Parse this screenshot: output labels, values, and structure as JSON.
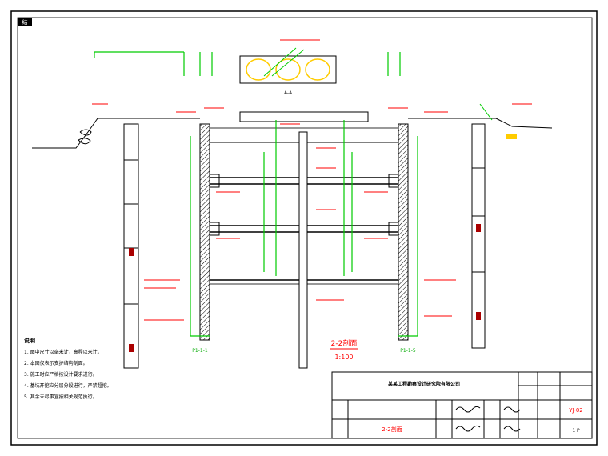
{
  "sheet": {
    "corner_tag": "结",
    "section_label": "A-A",
    "pile_left_label": "P1-1-1",
    "pile_right_label": "P1-1-5"
  },
  "section": {
    "title": "2-2剖面",
    "scale": "1:100"
  },
  "notes": {
    "heading": "说明",
    "items": [
      "1. 图中尺寸以毫米计，高程以米计。",
      "2. 本图仅表示支护结构剖面。",
      "3. 施工时应严格按设计要求进行。",
      "4. 基坑开挖应分层分段进行，严禁超挖。",
      "5. 其余未尽事宜按相关规范执行。"
    ]
  },
  "title_block": {
    "company": "某某工程勘察设计研究院有限公司",
    "drawing_name": "2-2剖面",
    "sheet_no": "YJ-02",
    "page": "1 P"
  },
  "colors": {
    "strut": "#00cc00",
    "dimension": "#ff0000",
    "structure": "#000000",
    "elevation": "#ff0000",
    "accent": "#ffcc00"
  }
}
